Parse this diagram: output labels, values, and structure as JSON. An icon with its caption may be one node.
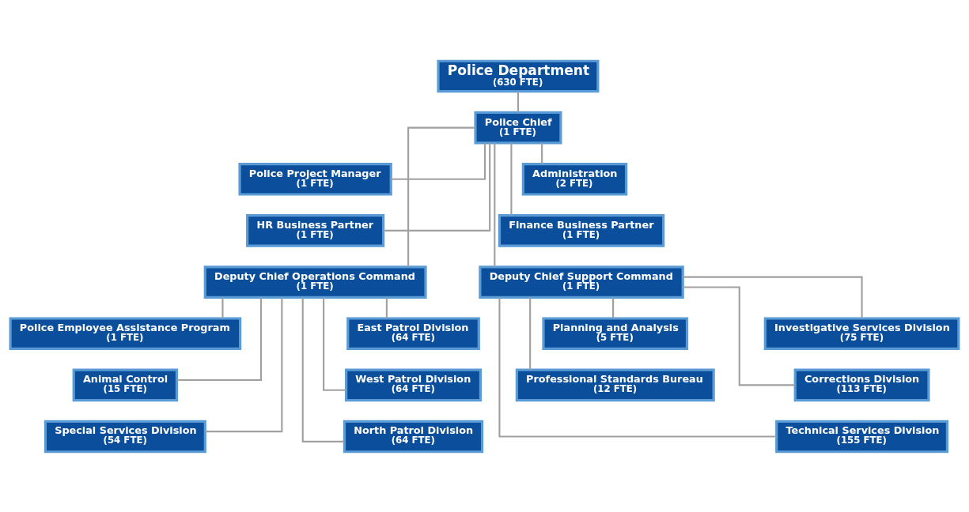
{
  "diagram": {
    "nodes": [
      {
        "text": [
          "Police Department",
          "(630 FTE)"
        ]
      },
      {
        "text": [
          "Police Chief",
          "(1 FTE)"
        ]
      },
      {
        "text": [
          "Police Project Manager",
          "(1 FTE)"
        ]
      },
      {
        "text": [
          "Administration",
          "(2 FTE)"
        ]
      },
      {
        "text": [
          "HR Business Partner",
          "(1 FTE)"
        ]
      },
      {
        "text": [
          "Finance Business Partner",
          "(1 FTE)"
        ]
      },
      {
        "text": [
          "Deputy Chief Operations Command",
          "(1 FTE)"
        ]
      },
      {
        "text": [
          "Deputy Chief Support Command",
          "(1 FTE)"
        ]
      },
      {
        "text": [
          "East Patrol Division",
          "(64 FTE)"
        ]
      },
      {
        "text": [
          "Police Employee Assistance Program",
          "(1 FTE)"
        ]
      },
      {
        "text": [
          "Investigative Services Division",
          "(75 FTE)"
        ]
      },
      {
        "text": [
          "Planning and Analysis",
          "(5 FTE)"
        ]
      },
      {
        "text": [
          "West Patrol Division",
          "(64 FTE)"
        ]
      },
      {
        "text": [
          "Animal Control",
          "(15 FTE)"
        ]
      },
      {
        "text": [
          "Corrections Division",
          "(113 FTE)"
        ]
      },
      {
        "text": [
          "Professional Standards Bureau",
          "(12 FTE)"
        ]
      },
      {
        "text": [
          "North Patrol Division",
          "(64 FTE)"
        ]
      },
      {
        "text": [
          "Special Services Division",
          "(54 FTE)"
        ]
      },
      {
        "text": [
          "Technical Services Division",
          "(155 FTE)"
        ]
      }
    ],
    "edges": [
      {
        "from": 0,
        "to": 1,
        "arrow": "none"
      },
      {
        "from": 1,
        "to": 2,
        "arrow": "none"
      },
      {
        "from": 1,
        "to": 3,
        "arrow": "none"
      },
      {
        "from": 1,
        "to": 4,
        "arrow": "none"
      },
      {
        "from": 1,
        "to": 5,
        "arrow": "none"
      },
      {
        "from": 1,
        "to": 6,
        "arrow": "none"
      },
      {
        "from": 1,
        "to": 7,
        "arrow": "none"
      },
      {
        "from": 6,
        "to": 8,
        "arrow": "none"
      },
      {
        "from": 6,
        "to": 9,
        "arrow": "none"
      },
      {
        "from": 6,
        "to": 12,
        "arrow": "none"
      },
      {
        "from": 6,
        "to": 13,
        "arrow": "none"
      },
      {
        "from": 6,
        "to": 16,
        "arrow": "none"
      },
      {
        "from": 6,
        "to": 17,
        "arrow": "none"
      },
      {
        "from": 7,
        "to": 10,
        "arrow": "none"
      },
      {
        "from": 7,
        "to": 11,
        "arrow": "none"
      },
      {
        "from": 7,
        "to": 14,
        "arrow": "none"
      },
      {
        "from": 7,
        "to": 15,
        "arrow": "none"
      },
      {
        "from": 7,
        "to": 18,
        "arrow": "none"
      }
    ]
  }
}
